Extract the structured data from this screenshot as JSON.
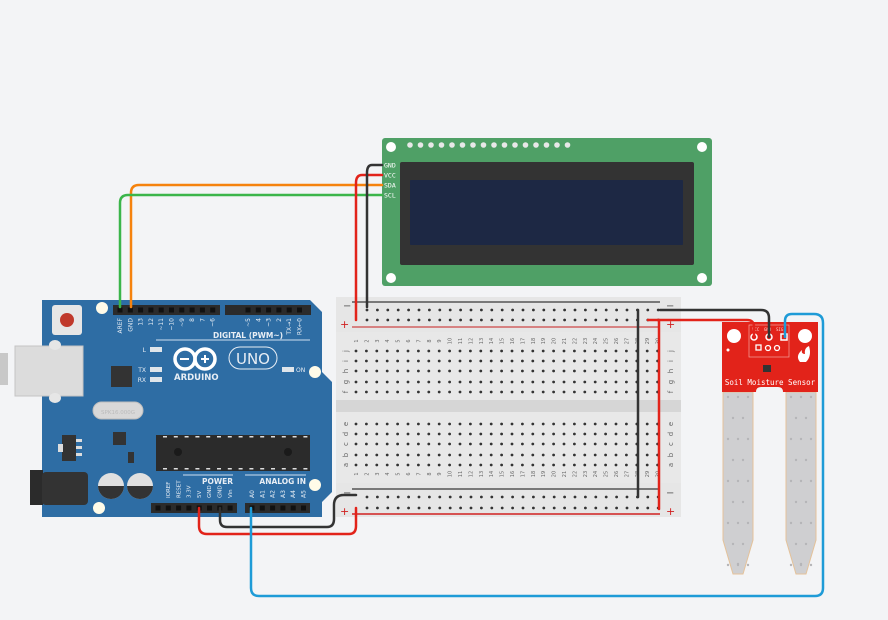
{
  "lcd": {
    "pins": [
      "GND",
      "VCC",
      "SDA",
      "SCL"
    ],
    "board_color": "#4fa066",
    "bezel_color": "#333333",
    "screen_color": "#1d2844",
    "header_holes": 16
  },
  "arduino": {
    "logo_text": "ARDUINO",
    "model_text": "UNO",
    "digital_label": "DIGITAL (PWM~)",
    "digital_pins": [
      "AREF",
      "GND",
      "13",
      "12",
      "~11",
      "~10",
      "~9",
      "8",
      "7",
      "~6",
      "~5",
      "4",
      "~3",
      "2",
      "TX→1",
      "RX←0"
    ],
    "power_label": "POWER",
    "power_pins": [
      "IOREF",
      "RESET",
      "3.3V",
      "5V",
      "GND",
      "GND",
      "Vin"
    ],
    "analog_label": "ANALOG IN",
    "analog_pins": [
      "A0",
      "A1",
      "A2",
      "A3",
      "A4",
      "A5"
    ],
    "led_labels": [
      "L",
      "TX",
      "RX"
    ],
    "on_label": "ON",
    "crystal_text": "SPK16.000G",
    "board_color": "#2e6da4"
  },
  "breadboard": {
    "top_rows": [
      "j",
      "i",
      "h",
      "g",
      "f"
    ],
    "bottom_rows": [
      "e",
      "d",
      "c",
      "b",
      "a"
    ],
    "columns": 30,
    "rail_minus": "−",
    "rail_plus": "+"
  },
  "sensor": {
    "label": "Soil Moisture Sensor",
    "pins": [
      "VCC",
      "GND",
      "SIG"
    ],
    "board_color": "#e2231a"
  },
  "wires": [
    {
      "name": "wire-sda",
      "color": "#f5820d",
      "from": "LCD SDA",
      "to": "Arduino SDA"
    },
    {
      "name": "wire-scl",
      "color": "#3bb54a",
      "from": "LCD SCL",
      "to": "Arduino SCL"
    },
    {
      "name": "wire-lcd-vcc",
      "color": "#e2231a",
      "from": "LCD VCC",
      "to": "Breadboard + rail"
    },
    {
      "name": "wire-lcd-gnd",
      "color": "#333333",
      "from": "LCD GND",
      "to": "Breadboard − rail"
    },
    {
      "name": "wire-5v",
      "color": "#e2231a",
      "from": "Arduino 5V",
      "to": "Breadboard + rail"
    },
    {
      "name": "wire-gnd",
      "color": "#333333",
      "from": "Arduino GND",
      "to": "Breadboard − rail"
    },
    {
      "name": "wire-a0",
      "color": "#1e9bd7",
      "from": "Arduino A0",
      "to": "Sensor SIG"
    },
    {
      "name": "wire-sensor-vcc",
      "color": "#e2231a",
      "from": "Sensor VCC",
      "to": "Breadboard + rail"
    },
    {
      "name": "wire-sensor-gnd",
      "color": "#333333",
      "from": "Sensor GND",
      "to": "Breadboard − rail"
    }
  ]
}
